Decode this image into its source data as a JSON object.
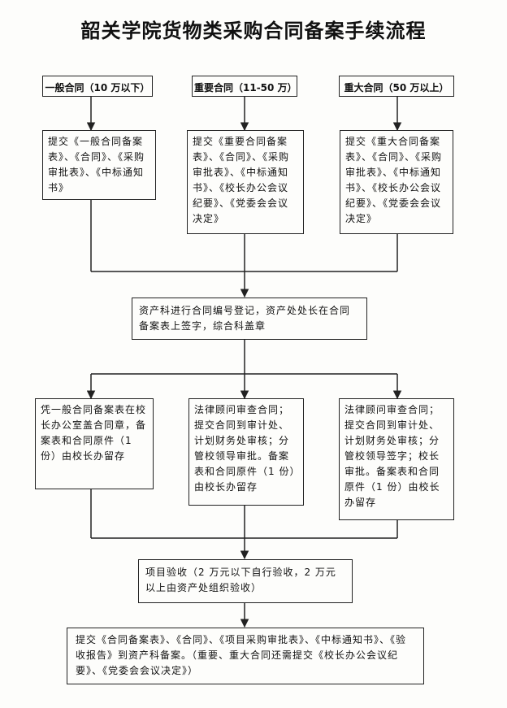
{
  "title": "韶关学院货物类采购合同备案手续流程",
  "tiers": [
    {
      "head": "一般合同（10 万以下）",
      "submit": "提交《一般合同备案表》、《合同》、《采购审批表》、《中标通知书》",
      "approval": "凭一般合同备案表在校长办公室盖合同章，备案表和合同原件（1 份）由校长办留存"
    },
    {
      "head": "重要合同（11-50 万）",
      "submit": "提交《重要合同备案表》、《合同》、《采购审批表》、《中标通知书》、《校长办公会议纪要》、《党委会会议决定》",
      "approval": "法律顾问审查合同；提交合同到审计处、计划财务处审核；分管校领导审批。备案表和合同原件（1 份）由校长办留存"
    },
    {
      "head": "重大合同（50 万以上）",
      "submit": "提交《重大合同备案表》、《合同》、《采购审批表》、《中标通知书》、《校长办公会议纪要》、《党委会会议决定》",
      "approval": "法律顾问审查合同；提交合同到审计处、计划财务处审核；分管校领导签字；校长审批。备案表和合同原件（1 份）由校长办留存"
    }
  ],
  "register": "资产科进行合同编号登记，资产处处长在合同备案表上签字，综合科盖章",
  "acceptance": "项目验收（2 万元以下自行验收，2 万元以上由资产处组织验收）",
  "final": "提交《合同备案表》、《合同》、《项目采购审批表》、《中标通知书》、《验收报告》到资产科备案。（重要、重大合同还需提交《校长办公会议纪要》、《党委会会议决定》）"
}
